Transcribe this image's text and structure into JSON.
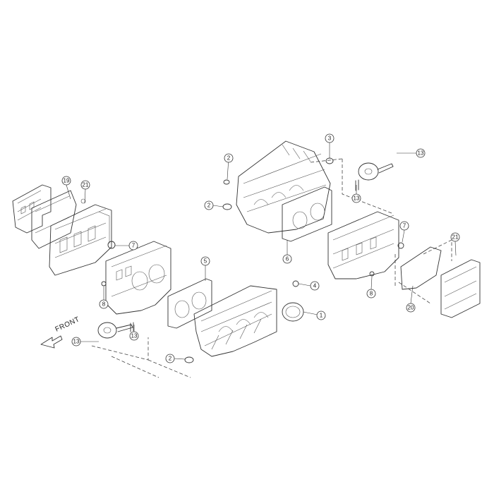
{
  "diagram": {
    "front_label": "FRONT",
    "callouts": [
      {
        "id": "c1",
        "label": "1"
      },
      {
        "id": "c2a",
        "label": "2"
      },
      {
        "id": "c2b",
        "label": "2"
      },
      {
        "id": "c2c",
        "label": "2"
      },
      {
        "id": "c3",
        "label": "3"
      },
      {
        "id": "c4",
        "label": "4"
      },
      {
        "id": "c5",
        "label": "5"
      },
      {
        "id": "c6",
        "label": "6"
      },
      {
        "id": "c7a",
        "label": "7"
      },
      {
        "id": "c7b",
        "label": "7"
      },
      {
        "id": "c8a",
        "label": "8"
      },
      {
        "id": "c8b",
        "label": "8"
      },
      {
        "id": "c13a",
        "label": "13"
      },
      {
        "id": "c13b",
        "label": "13"
      },
      {
        "id": "c13c",
        "label": "13"
      },
      {
        "id": "c13d",
        "label": "13"
      },
      {
        "id": "c19a",
        "label": "19"
      },
      {
        "id": "c20",
        "label": "20"
      },
      {
        "id": "c21a",
        "label": "21"
      },
      {
        "id": "c21b",
        "label": "21"
      }
    ]
  }
}
